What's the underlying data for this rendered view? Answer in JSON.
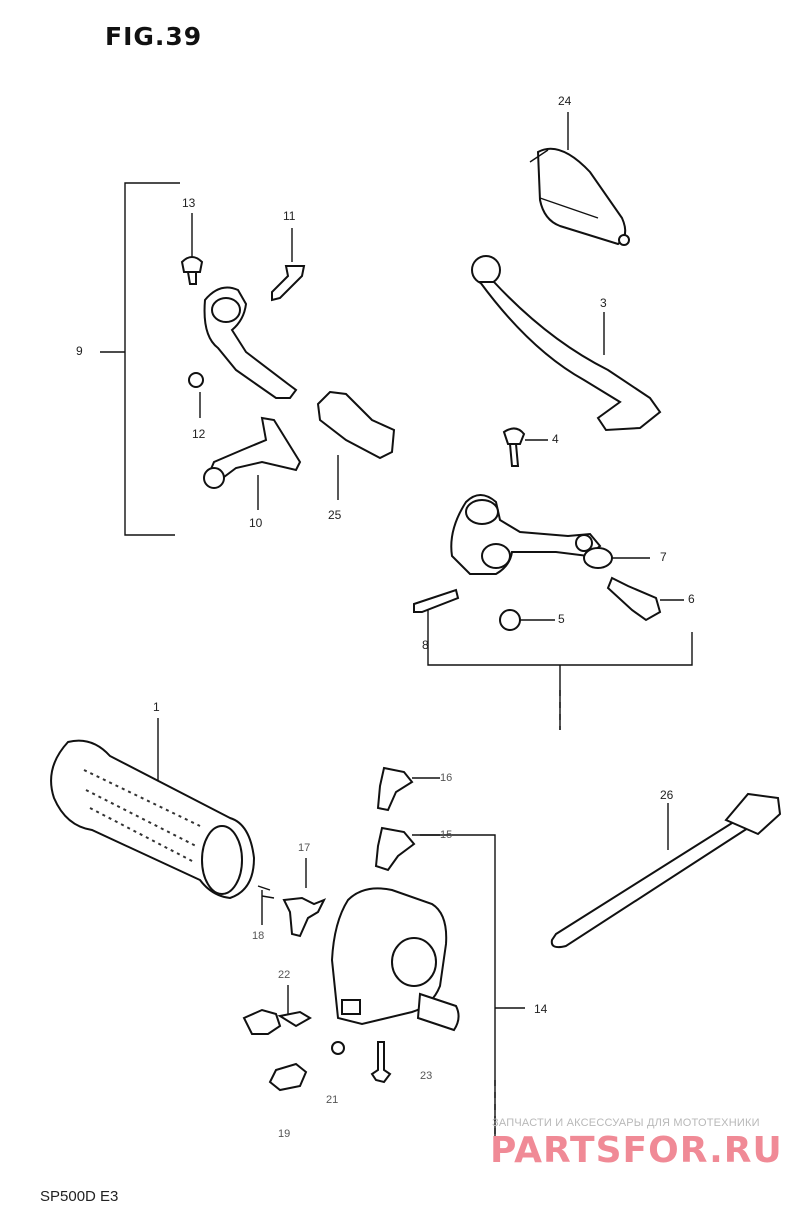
{
  "figure": {
    "title": "FIG.39",
    "model": "SP500D E3"
  },
  "watermark": {
    "top_line": "ЗАПЧАСТИ И АКСЕССУАРЫ ДЛЯ МОТОТЕХНИКИ",
    "logo": "PARTSFOR.RU"
  },
  "callouts": {
    "c1": "1",
    "c3": "3",
    "c4": "4",
    "c5": "5",
    "c6": "6",
    "c7": "7",
    "c8": "8",
    "c9": "9",
    "c10": "10",
    "c11": "11",
    "c12": "12",
    "c13": "13",
    "c14": "14",
    "c15": "15",
    "c16": "16",
    "c17": "17",
    "c18": "18",
    "c19": "19",
    "c21": "21",
    "c22": "22",
    "c23": "23",
    "c24": "24",
    "c25": "25",
    "c26": "26"
  }
}
